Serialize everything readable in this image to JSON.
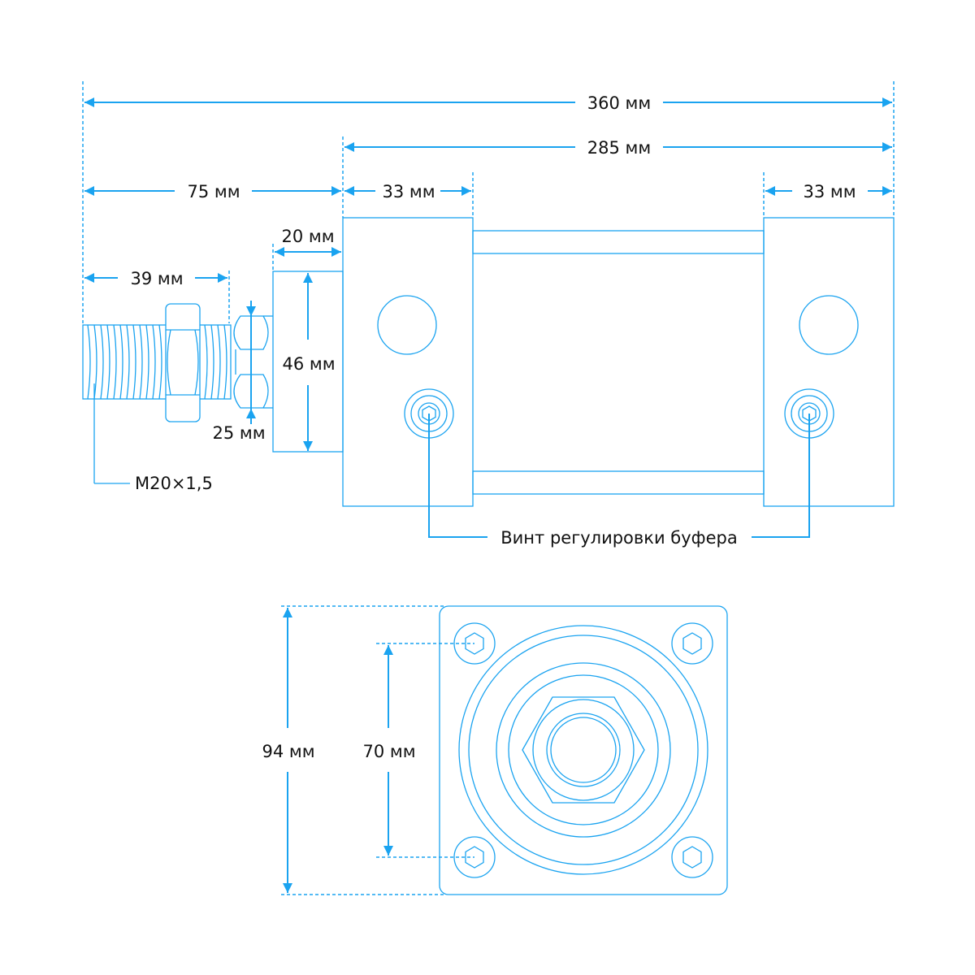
{
  "accent_color": "#1aa3f0",
  "dimensions": {
    "total_length": "360 мм",
    "body_length": "285 мм",
    "cap_left": "33 мм",
    "cap_right": "33 мм",
    "rod_length": "75 мм",
    "thread_length": "39 мм",
    "flange_thickness": "20 мм",
    "flange_height": "46 мм",
    "nut_width": "25 мм",
    "thread_spec": "M20×1,5",
    "buffer_screw_label": "Винт регулировки буфера",
    "square_side": "94 мм",
    "bolt_spacing": "70 мм"
  }
}
